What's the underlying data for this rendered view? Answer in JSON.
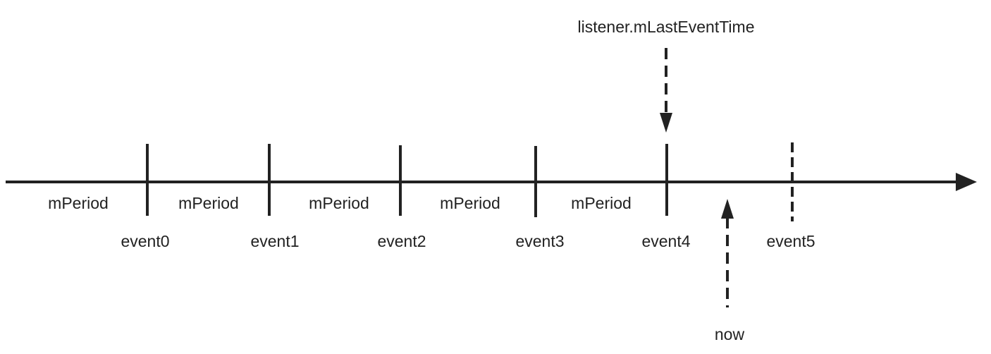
{
  "colors": {
    "line": "#222222",
    "text": "#222222",
    "background": "#ffffff"
  },
  "timeline": {
    "events": [
      {
        "label": "event0",
        "style": "solid"
      },
      {
        "label": "event1",
        "style": "solid"
      },
      {
        "label": "event2",
        "style": "solid"
      },
      {
        "label": "event3",
        "style": "solid"
      },
      {
        "label": "event4",
        "style": "solid"
      },
      {
        "label": "event5",
        "style": "dashed"
      }
    ],
    "periods": [
      "mPeriod",
      "mPeriod",
      "mPeriod",
      "mPeriod",
      "mPeriod"
    ]
  },
  "annotations": {
    "last_event": {
      "label": "listener.mLastEventTime",
      "points_to": "event4",
      "arrow_style": "dashed"
    },
    "now": {
      "label": "now",
      "arrow_style": "dashed"
    }
  }
}
